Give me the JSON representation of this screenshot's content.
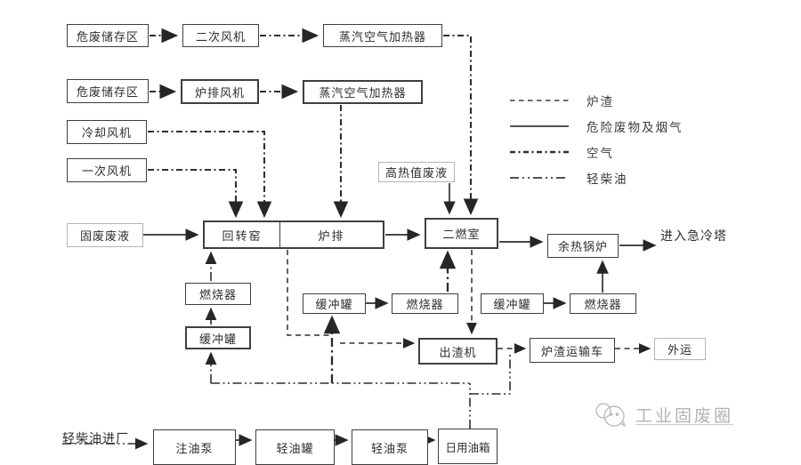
{
  "boxes": {
    "hazwaste_storage_1": "危废储存区",
    "secondary_fan": "二次风机",
    "steam_air_heater_1": "蒸汽空气加热器",
    "hazwaste_storage_2": "危废储存区",
    "grate_fan": "炉排风机",
    "steam_air_heater_2": "蒸汽空气加热器",
    "cooling_fan": "冷却风机",
    "primary_fan": "一次风机",
    "solid_liquid_waste": "固废废液",
    "rotary_kiln": "回转窑",
    "grate": "炉排",
    "high_heat_value_liquid": "高热值废液",
    "secondary_chamber": "二燃室",
    "waste_heat_boiler": "余热锅炉",
    "burner_left": "燃烧器",
    "buffer_left": "缓冲罐",
    "buffer_mid": "缓冲罐",
    "burner_mid": "燃烧器",
    "buffer_right": "缓冲罐",
    "burner_right": "燃烧器",
    "slag_discharger": "出渣机",
    "slag_truck": "炉渣运输车",
    "outbound": "外运",
    "inject_pump": "注油泵",
    "light_oil_tank": "轻油罐",
    "light_oil_pump": "轻油泵",
    "daily_oil_tank": "日用油箱"
  },
  "labels": {
    "to_quench_tower": "进入急冷塔",
    "diesel_inbound": "轻柴油进厂"
  },
  "legend": {
    "items": [
      {
        "style": "slag-dashed",
        "label": "炉渣"
      },
      {
        "style": "solid",
        "label": "危险废物及烟气"
      },
      {
        "style": "air-dashdot",
        "label": "空气"
      },
      {
        "style": "diesel-dashdotdot",
        "label": "轻柴油"
      }
    ]
  },
  "watermark": {
    "text": "工业固废圈"
  },
  "colors": {
    "line": "#333333",
    "box_border": "#3f3f3f",
    "light_border": "#b5b5b5",
    "watermark": "#b3b3b3",
    "background": "#ffffff"
  }
}
